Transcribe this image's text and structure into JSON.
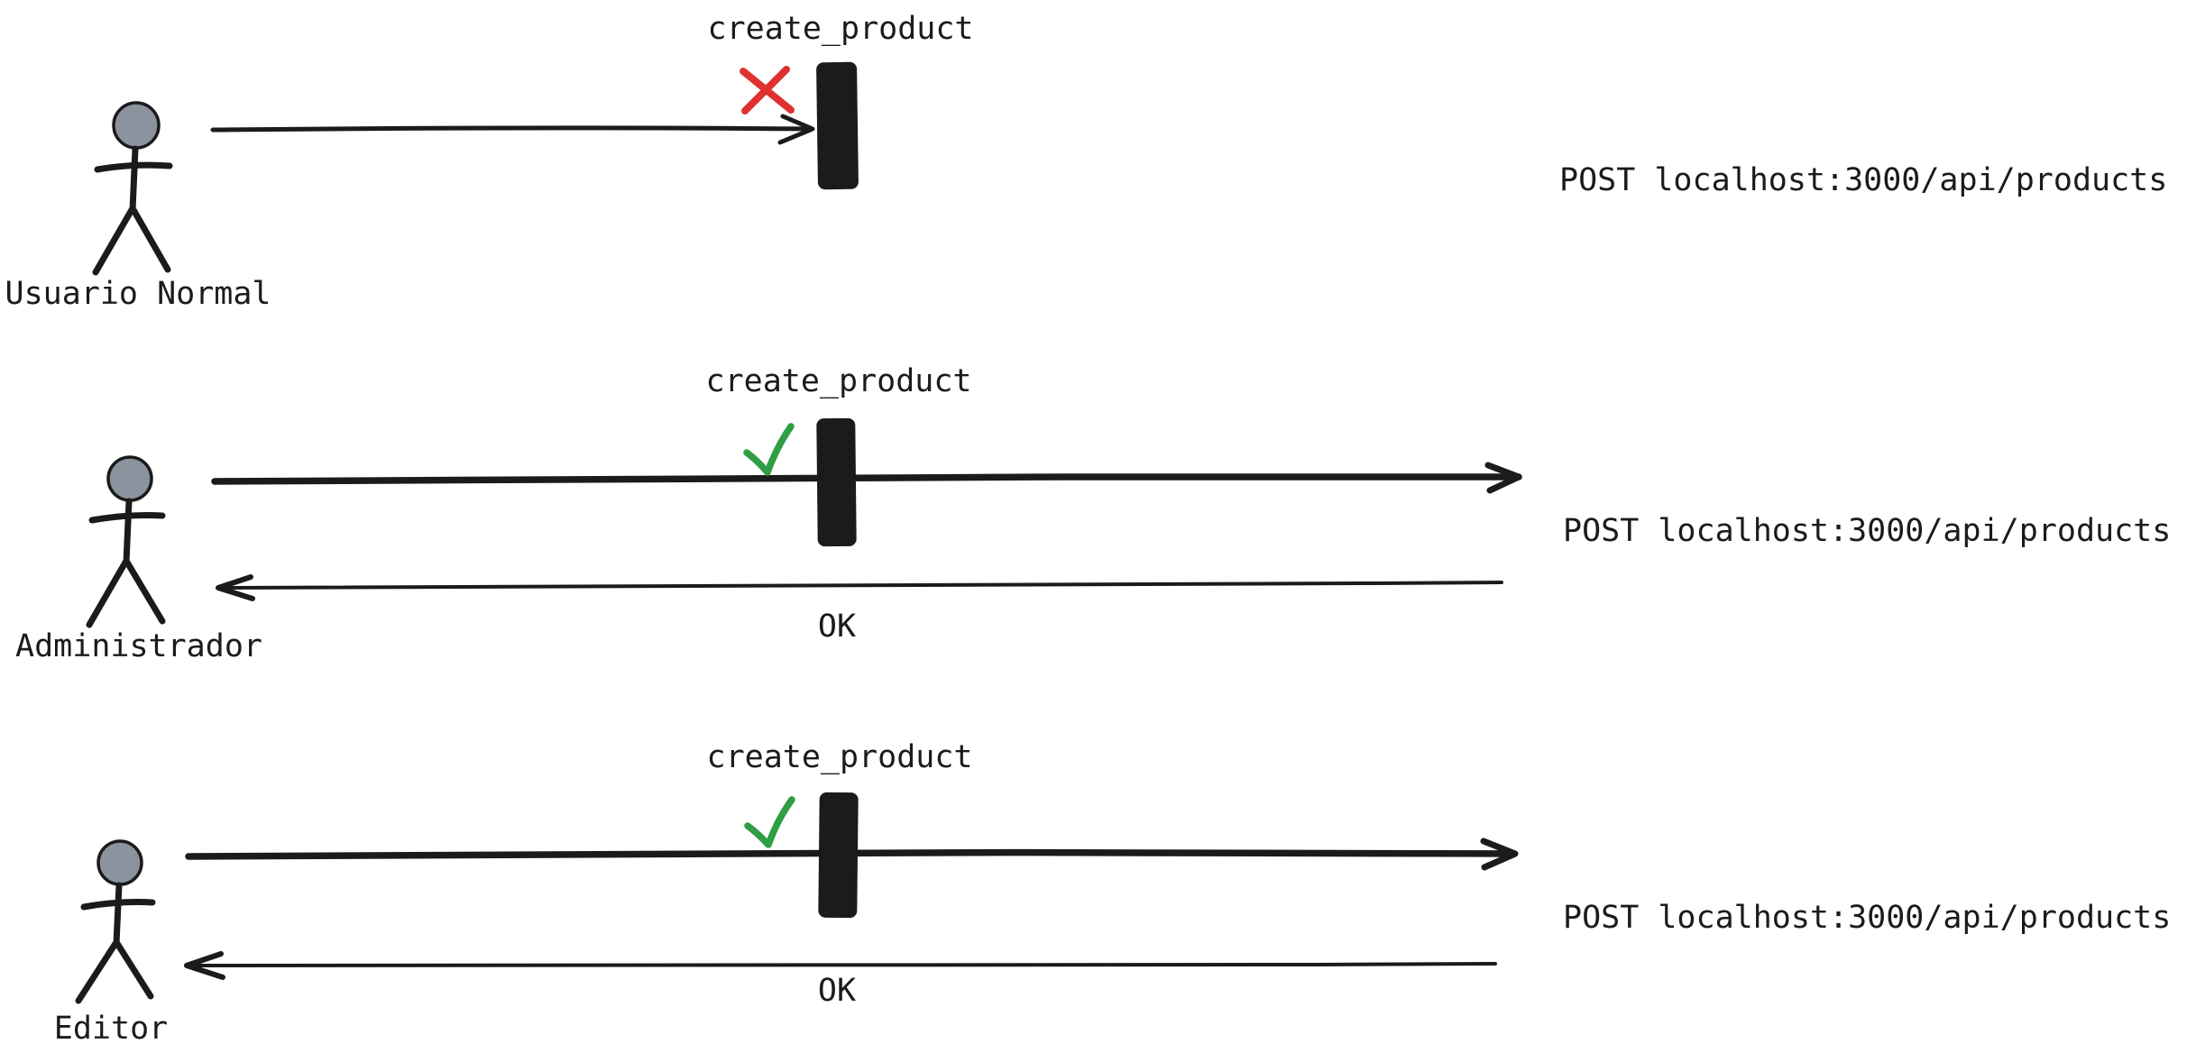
{
  "colors": {
    "ink": "#1b1b1b",
    "actor_head": "#8b939e",
    "denied": "#e03131",
    "allowed": "#2f9e44"
  },
  "rows": [
    {
      "actor_label": "Usuario Normal",
      "message_label": "create_product",
      "endpoint_label": "POST localhost:3000/api/products",
      "outcome": "denied"
    },
    {
      "actor_label": "Administrador",
      "message_label": "create_product",
      "endpoint_label": "POST localhost:3000/api/products",
      "outcome": "allowed",
      "response_label": "OK"
    },
    {
      "actor_label": "Editor",
      "message_label": "create_product",
      "endpoint_label": "POST localhost:3000/api/products",
      "outcome": "allowed",
      "response_label": "OK"
    }
  ]
}
